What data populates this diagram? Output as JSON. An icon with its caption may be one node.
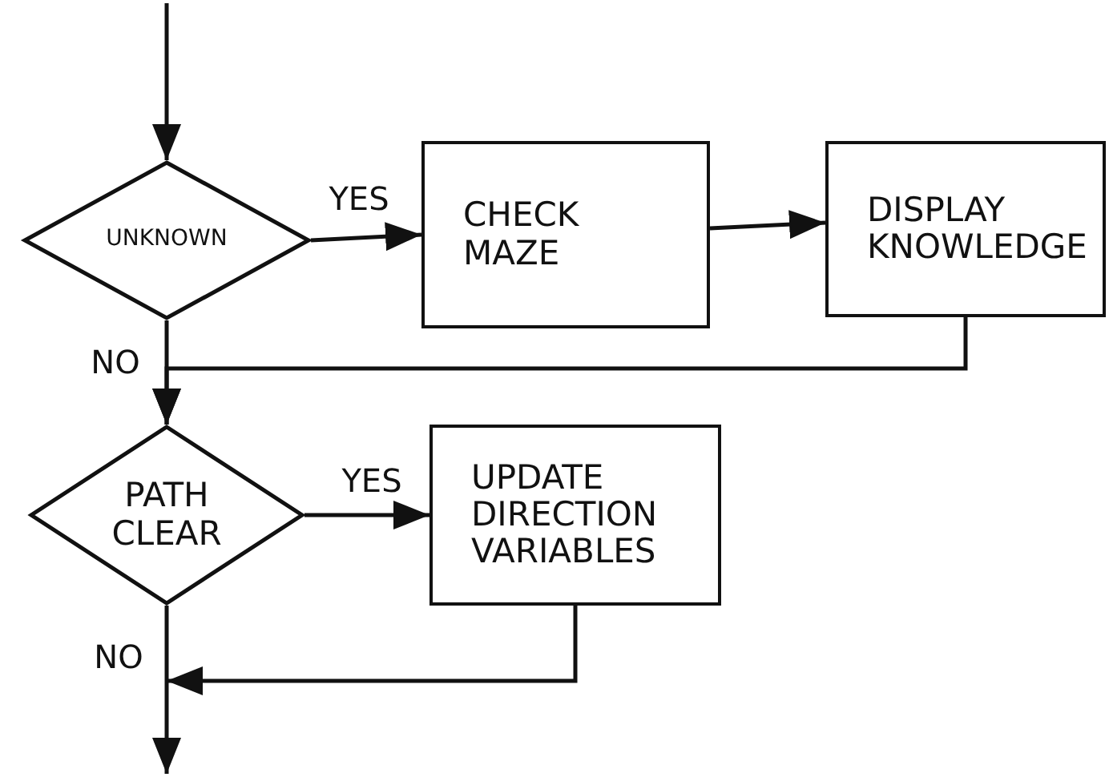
{
  "diagram": {
    "nodes": [
      {
        "text": [
          "UNKNOWN"
        ]
      },
      {
        "text": [
          "CHECK MAZE"
        ]
      },
      {
        "text": [
          "DISPLAY KNOWLEDGE"
        ]
      },
      {
        "text": [
          "PATH CLEAR"
        ]
      },
      {
        "text": [
          "UPDATE DIRECTION VARIABLES"
        ]
      }
    ],
    "edges": [
      {
        "from": null,
        "to": 0,
        "arrow": "to"
      },
      {
        "from": 0,
        "to": 1,
        "arrow": "to",
        "label": "YES"
      },
      {
        "from": 1,
        "to": 2,
        "arrow": "to"
      },
      {
        "from": 0,
        "to": 3,
        "arrow": "to",
        "label": "NO"
      },
      {
        "from": 2,
        "to": 3,
        "arrow": "to"
      },
      {
        "from": 3,
        "to": 4,
        "arrow": "to",
        "label": "YES"
      },
      {
        "from": 3,
        "to": null,
        "arrow": "to",
        "label": "NO"
      },
      {
        "from": 4,
        "to": null,
        "arrow": "to"
      }
    ]
  }
}
